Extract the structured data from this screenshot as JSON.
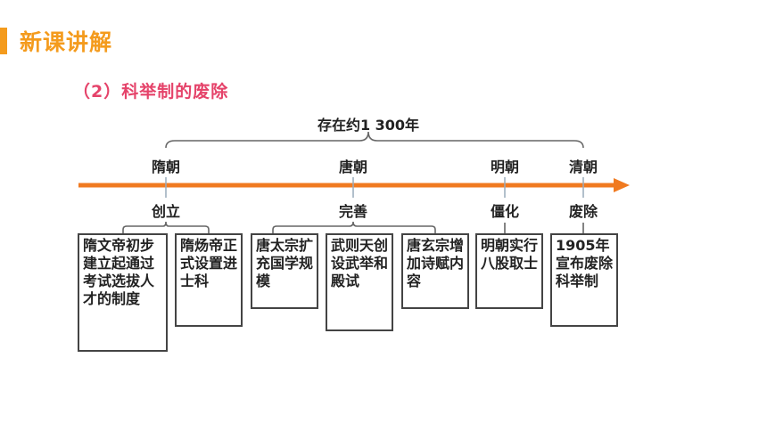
{
  "header": {
    "title": "新课讲解",
    "accent_color": "#f49b1d"
  },
  "section": {
    "subtitle": "（2）科举制的废除",
    "subtitle_color": "#e5436a"
  },
  "diagram": {
    "duration_label": "存在约1 300年",
    "arrow_color": "#f07a20",
    "dynasties": [
      "隋朝",
      "唐朝",
      "明朝",
      "清朝"
    ],
    "stages": [
      "创立",
      "完善",
      "僵化",
      "废除"
    ],
    "boxes": [
      "隋文帝初步建立起通过考试选拔人才的制度",
      "隋炀帝正式设置进士科",
      "唐太宗扩充国学规模",
      "武则天创设武举和殿试",
      "唐玄宗增加诗赋内容",
      "明朝实行八股取士",
      "1905年宣布废除科举制"
    ]
  }
}
